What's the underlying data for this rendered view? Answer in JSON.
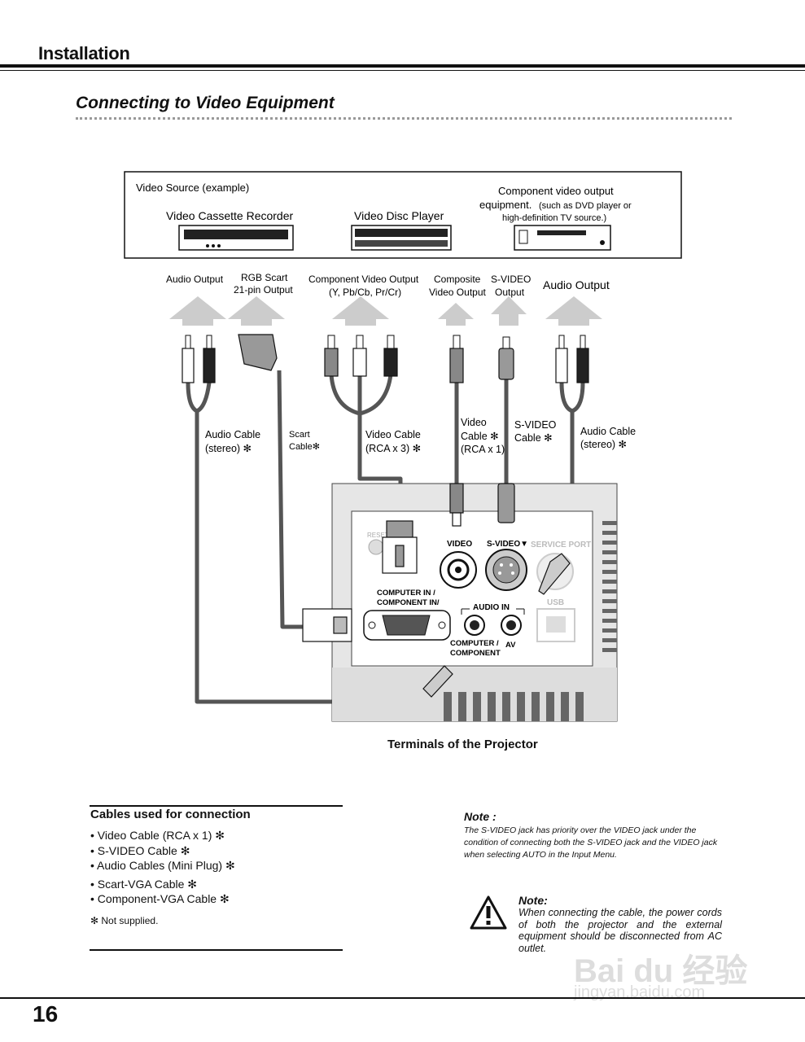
{
  "header": {
    "title": "Installation"
  },
  "section": {
    "title": "Connecting to Video Equipment"
  },
  "sources": {
    "box_title": "Video Source (example)",
    "vcr": "Video Cassette Recorder",
    "disc": "Video Disc Player",
    "component_line1": "Component video output",
    "component_line2": "equipment.",
    "component_line2_small": "(such as DVD player or",
    "component_line3": "high-definition TV source.)"
  },
  "outputs": {
    "audio_output_left": "Audio Output",
    "rgb_scart_1": "RGB Scart",
    "rgb_scart_2": "21-pin Output",
    "component_1": "Component Video Output",
    "component_2": "(Y, Pb/Cb, Pr/Cr)",
    "composite_1": "Composite",
    "composite_2": "Video Output",
    "svideo_1": "S-VIDEO",
    "svideo_2": "Output",
    "audio_output_right": "Audio Output"
  },
  "cables": {
    "audio_left_1": "Audio Cable",
    "audio_left_2": "(stereo) ✻",
    "scart_1": "Scart",
    "scart_2": "Cable✻",
    "video3_1": "Video Cable",
    "video3_2": "(RCA x 3) ✻",
    "video1_1": "Video",
    "video1_2": "Cable ✻",
    "video1_3": "(RCA x 1)",
    "svideo_1": "S-VIDEO",
    "svideo_2": "Cable  ✻",
    "audio_right_1": "Audio Cable",
    "audio_right_2": "(stereo) ✻"
  },
  "terminals": {
    "reset": "RESET",
    "video": "VIDEO",
    "svideo": "S-VIDEO▼",
    "service_port": "SERVICE PORT",
    "computer_in_1": "COMPUTER IN  /",
    "computer_in_2": "COMPONENT IN/",
    "audio_in": "AUDIO  IN",
    "usb": "USB",
    "computer_comp_1": "COMPUTER /",
    "computer_comp_2": "COMPONENT",
    "av": "AV"
  },
  "caption": "Terminals of the Projector",
  "cables_used": {
    "title": "Cables used for connection",
    "items": [
      "• Video Cable (RCA x 1) ✻",
      "• S-VIDEO Cable ✻",
      "• Audio Cables (Mini Plug) ✻",
      "• Scart-VGA Cable ✻",
      "• Component-VGA Cable ✻"
    ],
    "not_supplied": "✻ Not supplied."
  },
  "note1": {
    "title": "Note :",
    "body": "The S-VIDEO jack has priority over the VIDEO jack under the condition of connecting both the S-VIDEO jack and the VIDEO jack  when selecting AUTO in the Input Menu."
  },
  "note2": {
    "title": "Note:",
    "body": "When connecting the cable, the power cords of both the projector and the external equipment should be disconnected from AC outlet."
  },
  "watermark": {
    "line1": "Bai du 经验",
    "line2": "jingyan.baidu.com"
  },
  "page_number": "16"
}
